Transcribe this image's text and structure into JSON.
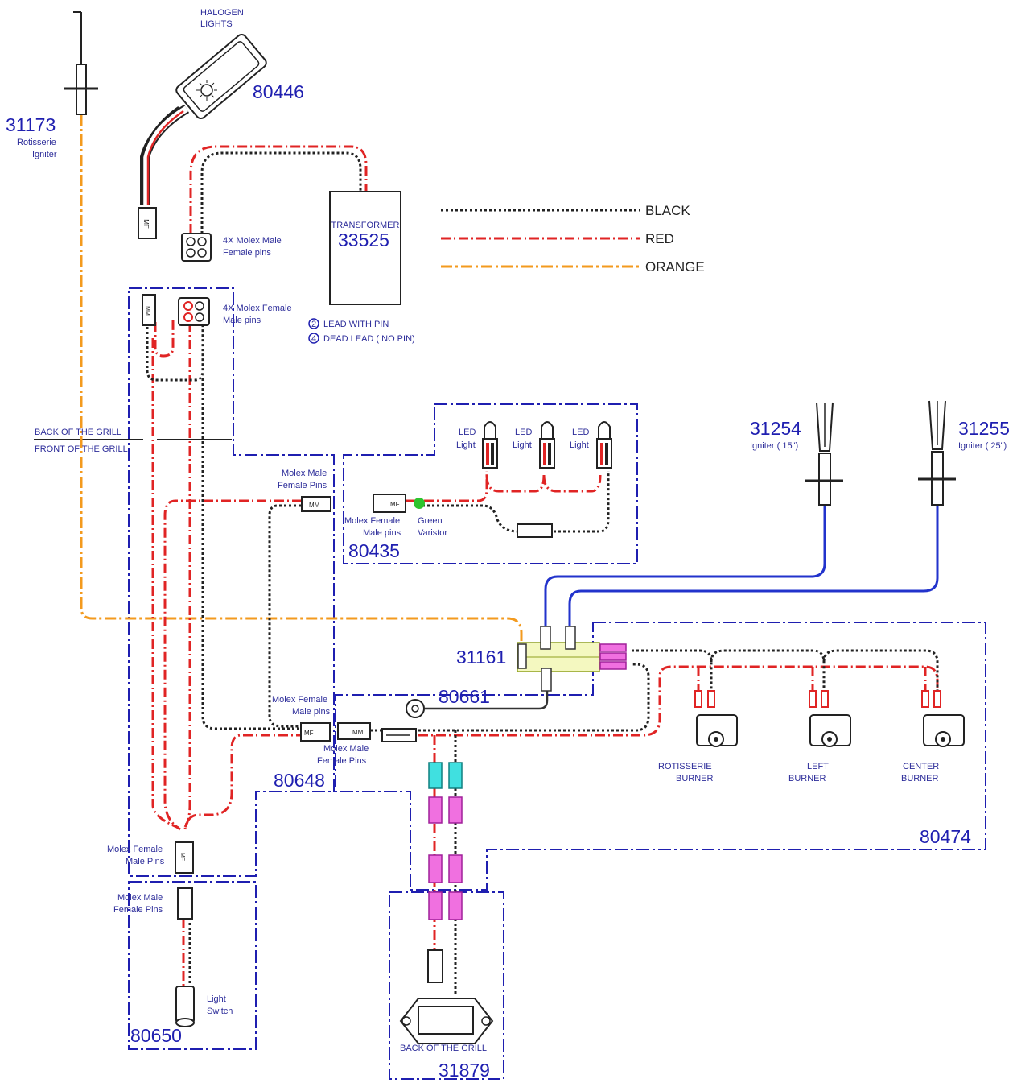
{
  "colors": {
    "black_wire": "#222222",
    "red_wire": "#e02424",
    "orange_wire": "#f39a1e",
    "blue_wire": "#2233cc",
    "label_blue": "#1f1fb0",
    "terminal_pink": "#f070e0",
    "terminal_cyan": "#40e0e0",
    "fuse_block": "#f4f8c0",
    "varistor_green": "#2ec42e"
  },
  "legend": {
    "black": "BLACK",
    "red": "RED",
    "orange": "ORANGE"
  },
  "halogen": {
    "title1": "HALOGEN",
    "title2": "LIGHTS",
    "number": "80446",
    "connector": "MF"
  },
  "rotisserie_igniter": {
    "number": "31173",
    "line1": "Rotisserie",
    "line2": "Igniter"
  },
  "molex_4x_male": {
    "line1": "4X Molex Male",
    "line2": "Female pins"
  },
  "transformer": {
    "label": "TRANSFORMER",
    "number": "33525"
  },
  "pin_notes": {
    "two": "LEAD WITH PIN",
    "four": "DEAD LEAD  ( NO PIN)",
    "two_num": "2",
    "four_num": "4"
  },
  "molex_4x_female": {
    "line1": "4X Molex Female",
    "line2": "Male pins",
    "connector": "MM"
  },
  "grill_side": {
    "back": "BACK OF THE GRILL",
    "front": "FRONT OF THE GRILL"
  },
  "led_harness": {
    "number": "80435",
    "led_line1": "LED",
    "led_line2": "Light",
    "varistor_line1": "Green",
    "varistor_line2": "Varistor",
    "molex_female_line1": "Molex Female",
    "molex_female_line2": "Male pins",
    "connector": "MF"
  },
  "molex_male_upper": {
    "line1": "Molex Male",
    "line2": "Female Pins",
    "connector": "MM"
  },
  "igniter_15": {
    "number": "31254",
    "label": "Igniter  ( 15\")"
  },
  "igniter_25": {
    "number": "31255",
    "label": "Igniter  ( 25\")"
  },
  "spark_module": {
    "number": "31161"
  },
  "ground_lead": {
    "number": "80661"
  },
  "main_harness": {
    "number": "80648",
    "female_line1": "Molex Female",
    "female_line2": "Male pins",
    "female_connector": "MF",
    "male_line1": "Molex Male",
    "male_line2": "Female Pins",
    "male_connector": "MM"
  },
  "burners": {
    "number": "80474",
    "rotisserie_line1": "ROTISSERIE",
    "rotisserie_line2": "BURNER",
    "left_line1": "LEFT",
    "left_line2": "BURNER",
    "center_line1": "CENTER",
    "center_line2": "BURNER"
  },
  "light_switch_harness": {
    "number": "80650",
    "female_line1": "Molex Female",
    "female_line2": "Male Pins",
    "male_line1": "Molex Male",
    "male_line2": "Female Pins",
    "switch_line1": "Light",
    "switch_line2": "Switch",
    "connector": "MF"
  },
  "rear_module": {
    "number": "31879",
    "label": "BACK OF THE GRILL"
  }
}
